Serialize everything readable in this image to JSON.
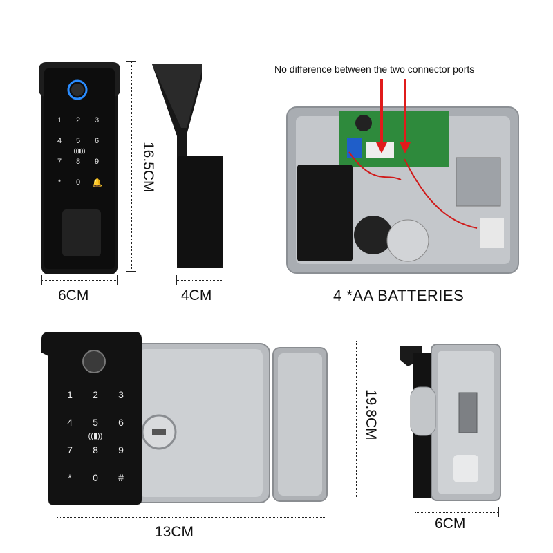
{
  "top": {
    "width_label": "6CM",
    "depth_label": "4CM",
    "height_label": "16.5CM",
    "keypad_keys": [
      "1",
      "2",
      "3",
      "4",
      "5",
      "6",
      "7",
      "8",
      "9",
      "*",
      "0"
    ]
  },
  "internals": {
    "note": "No difference between the two connector ports",
    "batteries_label": "4 *AA BATTERIES"
  },
  "bottom": {
    "length_label": "13CM",
    "height_label": "19.8CM",
    "side_width_label": "6CM",
    "keypad_keys": [
      "1",
      "2",
      "3",
      "4",
      "5",
      "6",
      "7",
      "8",
      "9",
      "*",
      "0",
      "#"
    ]
  },
  "colors": {
    "panel": "#141414",
    "steel": "#b9bcc0",
    "arrow": "#e01b1b",
    "fingerprint_ring": "#2a8cff"
  }
}
